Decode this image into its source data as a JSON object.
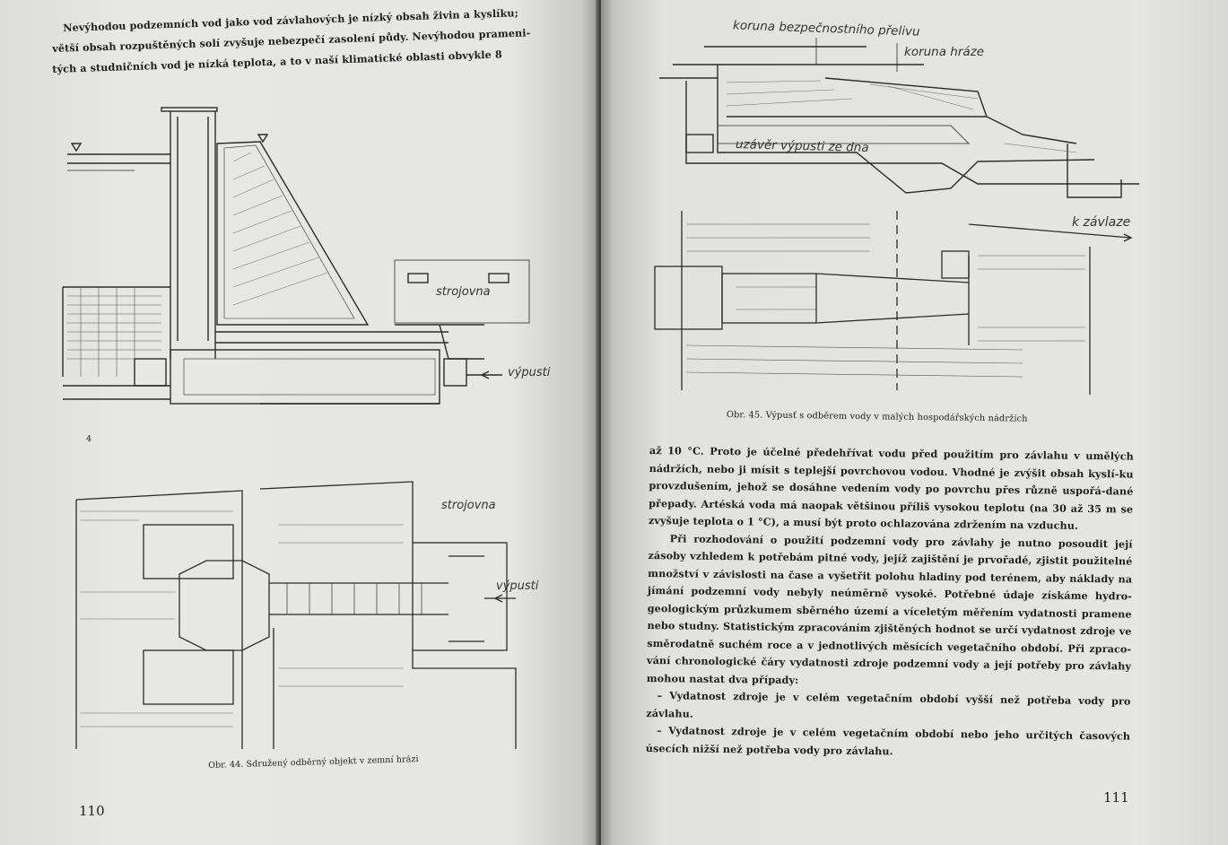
{
  "left_page": {
    "intro_lines": [
      "Nevýhodou podzemních vod jako vod závlahových je nízký obsah živin a kyslíku;",
      "větší obsah rozpuštěných solí zvyšuje nebezpečí zasolení půdy. Nevýhodou prameni-",
      "tých a studničních vod je nízká teplota, a to v naší klimatické oblasti obvykle 8"
    ],
    "figure_44": {
      "label_strojovna_top": "strojovna",
      "label_vypusti_top": "výpusti",
      "label_strojovna_bottom": "strojovna",
      "label_vypusti_bottom": "výpusti",
      "stray_mark": "4"
    },
    "caption": "Obr. 44. Sdružený odběrný objekt v zemní hrázi",
    "page_number": "110"
  },
  "right_page": {
    "figure_45": {
      "label_koruna_prelivu": "koruna bezpečnostního přelivu",
      "label_koruna_hraze": "koruna hráze",
      "label_uzaver": "uzávěr výpusti ze dna",
      "label_k_zavlaze": "k závlaze"
    },
    "caption": "Obr. 45. Výpusť s odběrem vody v malých hospodářských nádržích",
    "paragraphs": [
      "až 10 °C. Proto je účelné předehřívat vodu před použitím pro závlahu v umělých nádržích, nebo ji mísit s teplejší povrchovou vodou. Vhodné je zvýšit obsah kyslí-ku provzdušením, jehož se dosáhne vedením vody po povrchu přes různě uspořá-dané přepady. Artéská voda má naopak většinou příliš vysokou teplotu (na 30 až 35 m se zvyšuje teplota o 1 °C), a musí být proto ochlazována zdržením na vzduchu.",
      "Při rozhodování o použití podzemní vody pro závlahy je nutno posoudit její zásoby vzhledem k potřebám pitné vody, jejíž zajištění je prvořadé, zjistit použitelné množství v závislosti na čase a vyšetřit polohu hladiny pod terénem, aby náklady na jímání podzemní vody nebyly neúměrně vysoké. Potřebné údaje získáme hydro-geologickým průzkumem sběrného území a víceletým měřením vydatnosti pramene nebo studny. Statistickým zpracováním zjištěných hodnot se určí vydatnost zdroje ve směrodatně suchém roce a v jednotlivých měsících vegetačního období. Při zpraco-vání chronologické čáry vydatnosti zdroje podzemní vody a její potřeby pro závlahy mohou nastat dva případy:",
      "– Vydatnost zdroje je v celém vegetačním období vyšší než potřeba vody pro závlahu.",
      "– Vydatnost zdroje je v celém vegetačním období nebo jeho určitých časových úsecích nižší než potřeba vody pro závlahu."
    ],
    "page_number": "111"
  }
}
